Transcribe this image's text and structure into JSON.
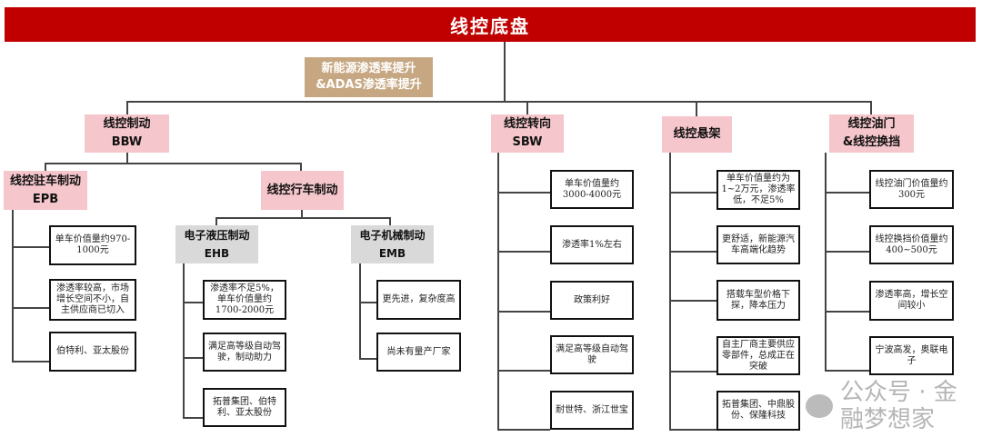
{
  "title": "线控底盘",
  "driver": [
    "新能源渗透率提升",
    "&ADAS渗透率提升"
  ],
  "bbw": {
    "label": [
      "线控制动",
      "BBW"
    ],
    "epb": {
      "label": [
        "线控驻车制动",
        "EPB"
      ],
      "items": [
        "单车价值量约970-1000元",
        "渗透率较高，市场增长空间不小，自主供应商已切入",
        "伯特利、亚太股份"
      ]
    },
    "service": {
      "label": "线控行车制动"
    },
    "ehb": {
      "label": [
        "电子液压制动",
        "EHB"
      ],
      "items": [
        "渗透率不足5%，单车价值量约1700-2000元",
        "满足高等级自动驾驶，制动助力",
        "拓普集团、伯特利、亚太股份"
      ]
    },
    "emb": {
      "label": [
        "电子机械制动",
        "EMB"
      ],
      "items": [
        "更先进，复杂度高",
        "尚未有量产厂家"
      ]
    }
  },
  "sbw": {
    "label": [
      "线控转向",
      "SBW"
    ],
    "items": [
      "单车价值量约3000-4000元",
      "渗透率1%左右",
      "政策利好",
      "满足高等级自动驾驶",
      "耐世特、浙江世宝"
    ]
  },
  "suspension": {
    "label": "线控悬架",
    "items": [
      "单车价值量约为1~2万元，渗透率低，不足5%",
      "更舒适，新能源汽车高端化趋势",
      "搭载车型价格下探，降本压力",
      "自主厂商主要供应零部件，总成正在突破",
      "拓普集团、中鼎股份、保隆科技"
    ]
  },
  "throttle": {
    "label": [
      "线控油门",
      "&线控换挡"
    ],
    "items": [
      "线控油门价值量约300元",
      "线控换挡价值量约400~500元",
      "渗透率高，增长空间较小",
      "宁波高发，奥联电子"
    ]
  },
  "watermark": "公众号 · 金融梦想家"
}
